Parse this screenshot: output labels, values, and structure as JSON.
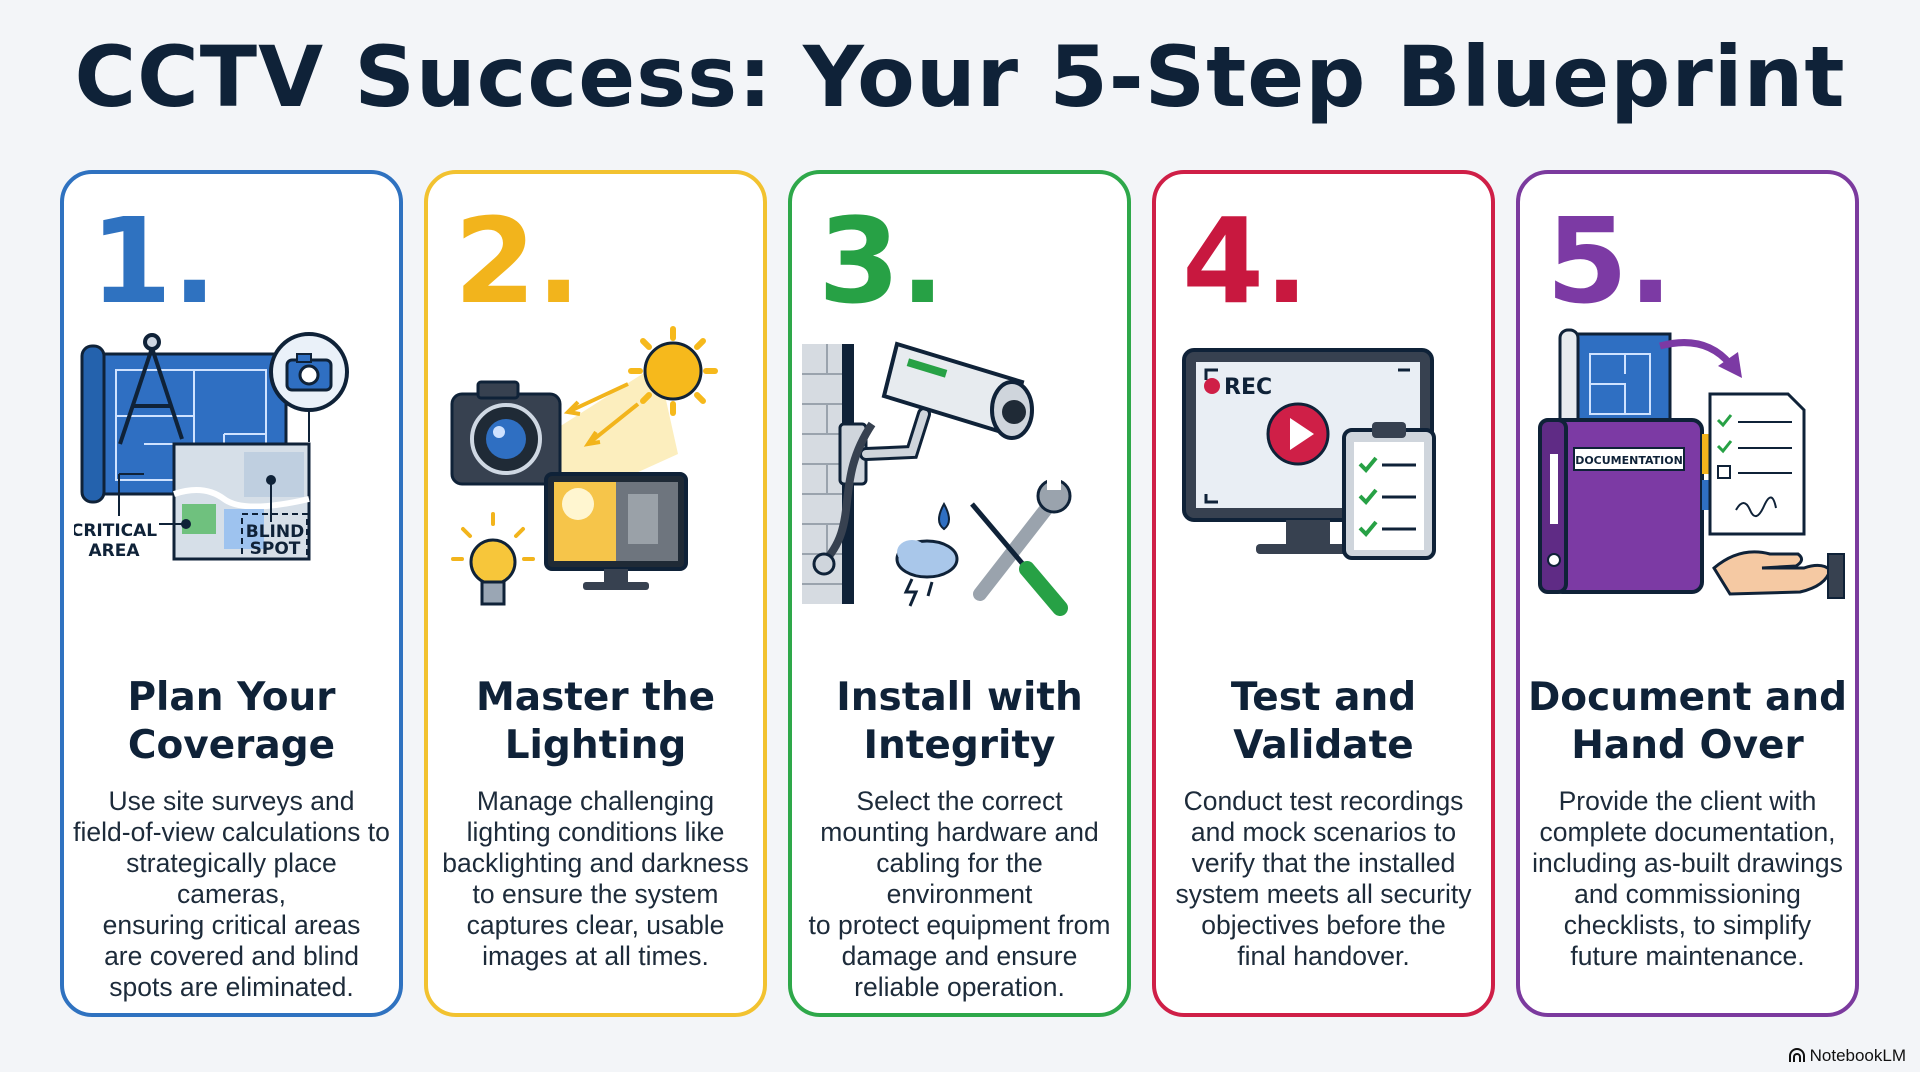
{
  "title": "CCTV Success: Your 5-Step Blueprint",
  "steps": [
    {
      "number": "1.",
      "title_line1": "Plan Your",
      "title_line2": "Coverage",
      "desc": [
        "Use site surveys and",
        "field-of-view calculations to",
        "strategically place cameras,",
        "ensuring critical areas",
        "are covered and blind",
        "spots are eliminated."
      ],
      "labels": {
        "critical_1": "CRITICAL",
        "critical_2": "AREA",
        "blind_1": "BLIND",
        "blind_2": "SPOT"
      },
      "icons": [
        "blueprint-icon",
        "compass-icon",
        "camera-icon",
        "map-icon"
      ]
    },
    {
      "number": "2.",
      "title_line1": "Master the",
      "title_line2": "Lighting",
      "desc": [
        "Manage challenging",
        "lighting conditions like",
        "backlighting and darkness",
        "to ensure the system",
        "captures clear, usable",
        "images at all times."
      ],
      "icons": [
        "camera-icon",
        "sun-icon",
        "light-bulb-icon",
        "monitor-icon"
      ]
    },
    {
      "number": "3.",
      "title_line1": "Install with",
      "title_line2": "Integrity",
      "desc": [
        "Select the correct",
        "mounting hardware and",
        "cabling for the environment",
        "to protect equipment from",
        "damage and ensure",
        "reliable operation."
      ],
      "icons": [
        "brick-wall-icon",
        "security-camera-icon",
        "raindrop-icon",
        "storm-cloud-icon",
        "wrench-icon",
        "screwdriver-icon"
      ]
    },
    {
      "number": "4.",
      "title_line1": "Test and",
      "title_line2": "Validate",
      "desc": [
        "Conduct test recordings",
        "and mock scenarios to",
        "verify that the installed",
        "system meets all security",
        "objectives before the",
        "final handover."
      ],
      "labels": {
        "rec": "REC"
      },
      "icons": [
        "monitor-icon",
        "play-icon",
        "clipboard-checklist-icon"
      ]
    },
    {
      "number": "5.",
      "title_line1": "Document and",
      "title_line2": "Hand Over",
      "desc": [
        "Provide the client with",
        "complete documentation,",
        "including as-built drawings",
        "and commissioning",
        "checklists, to simplify",
        "future maintenance."
      ],
      "labels": {
        "binder": "DOCUMENTATION"
      },
      "icons": [
        "binder-icon",
        "blueprint-icon",
        "checklist-document-icon",
        "arrow-icon",
        "hand-icon"
      ]
    }
  ],
  "brand": "NotebookLM",
  "colors": {
    "step1": "#2f72c0",
    "step2": "#f2b41c",
    "step3": "#27a145",
    "step4": "#c8183f",
    "step5": "#7c3aa4",
    "title": "#0f2238"
  }
}
